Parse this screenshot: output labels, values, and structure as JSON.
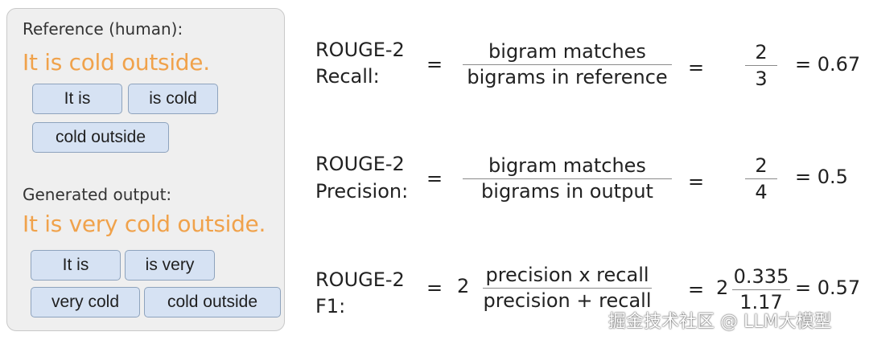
{
  "panel": {
    "reference_label": "Reference (human):",
    "reference_sentence": "It is cold outside.",
    "reference_bigrams": [
      "It is",
      "is cold",
      "cold outside"
    ],
    "generated_label": "Generated output:",
    "generated_sentence": "It is very cold outside.",
    "generated_bigrams": [
      "It is",
      "is very",
      "very cold",
      "cold outside"
    ]
  },
  "formulas": {
    "recall": {
      "name_line1": "ROUGE-2",
      "name_line2": "Recall:",
      "eq1": "=",
      "numerator": "bigram matches",
      "denominator": "bigrams in reference",
      "eq2": "=",
      "value_num": "2",
      "value_den": "3",
      "result": "= 0.67"
    },
    "precision": {
      "name_line1": "ROUGE-2",
      "name_line2": "Precision:",
      "eq1": "=",
      "numerator": "bigram matches",
      "denominator": "bigrams in output",
      "eq2": "=",
      "value_num": "2",
      "value_den": "4",
      "result": "= 0.5"
    },
    "f1": {
      "name_line1": "ROUGE-2",
      "name_line2": "F1:",
      "eq1": "=",
      "coef1": "2",
      "numerator": "precision x recall",
      "denominator": "precision + recall",
      "eq2": "=",
      "coef2": "2",
      "value_num": "0.335",
      "value_den": "1.17",
      "result": "= 0.57"
    }
  },
  "watermark": "掘金技术社区 @ LLM大模型",
  "colors": {
    "sentence": "#f0a24b",
    "chip_fill": "#d6e2f3",
    "chip_border": "#8ea3bd",
    "panel_fill": "#efefef"
  }
}
